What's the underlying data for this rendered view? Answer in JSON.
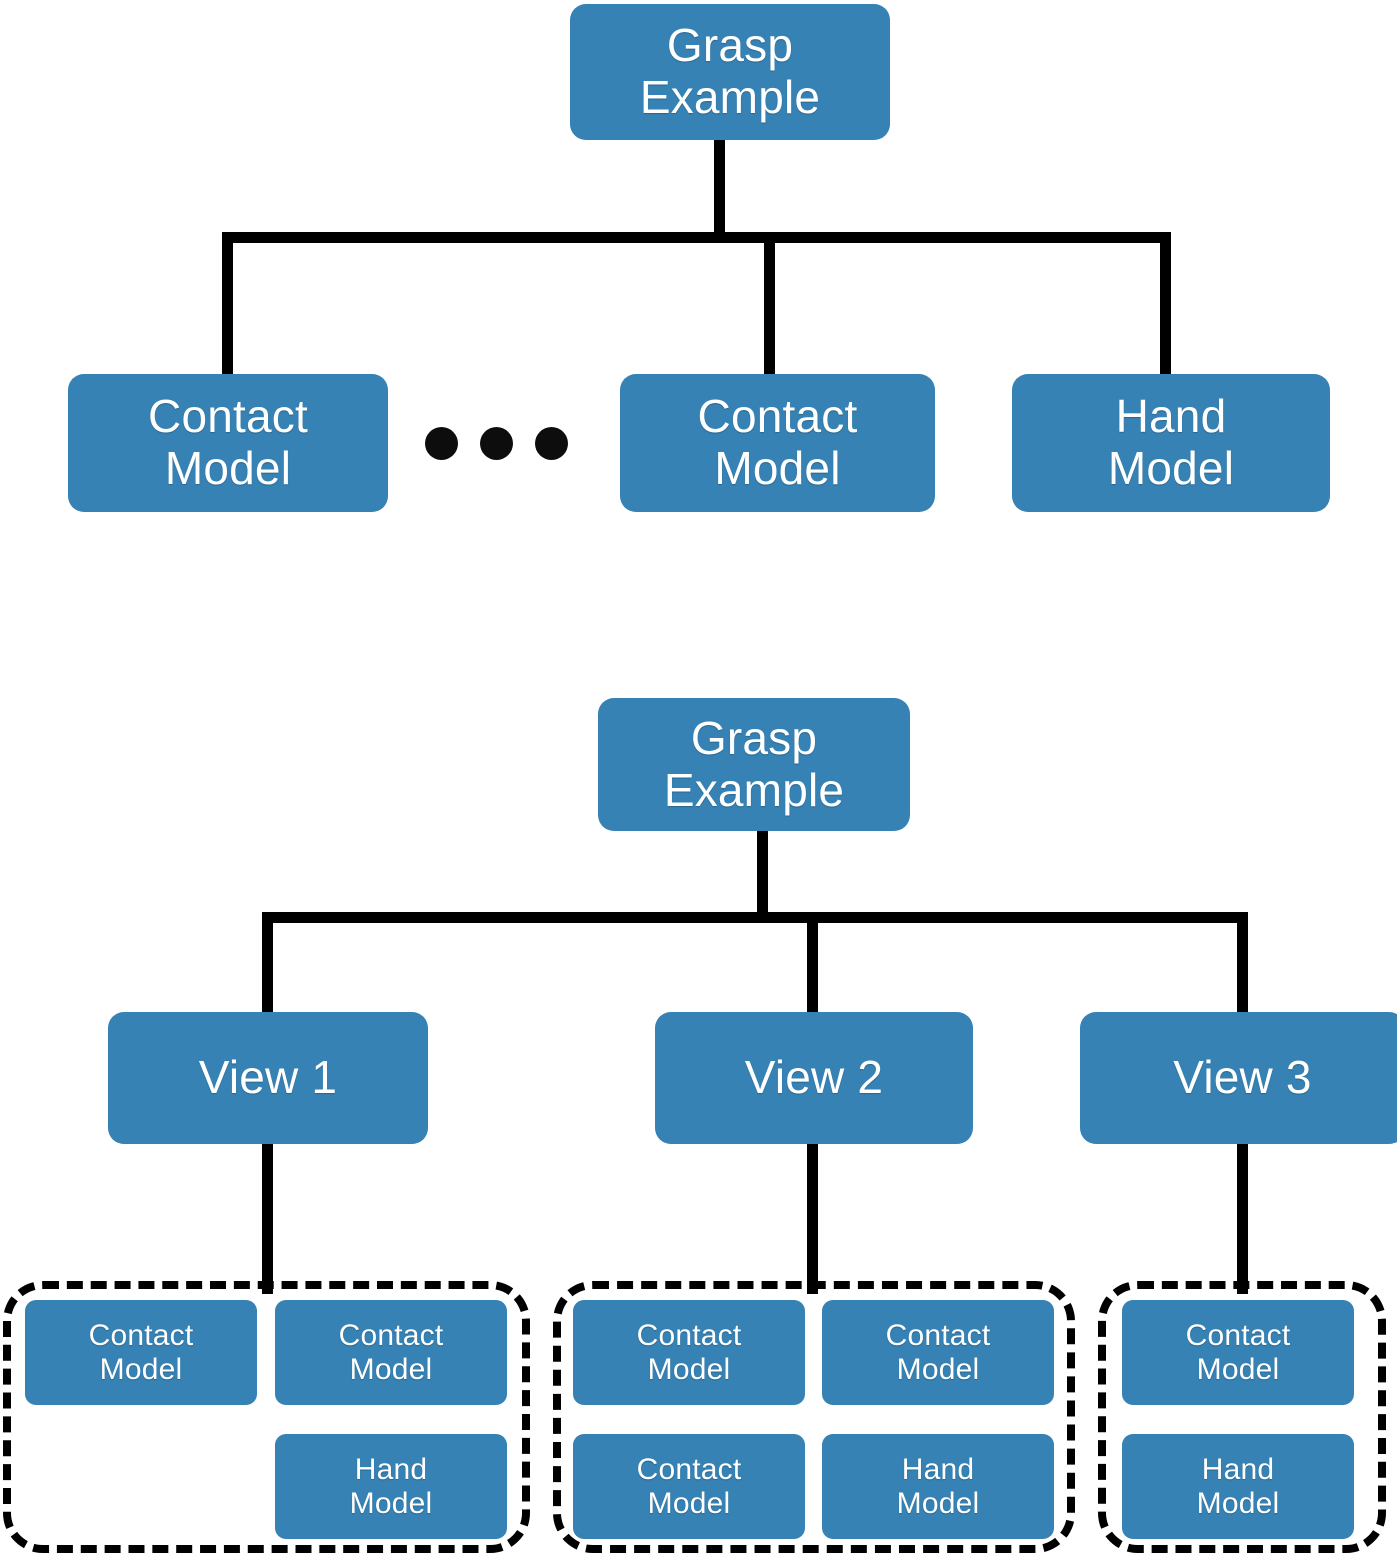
{
  "diagram": {
    "title": "Grasp Example decomposition diagram",
    "accent_color": "#3682b4",
    "line_color": "#000000",
    "text_color": "#ffffff",
    "background_color": "#ffffff"
  },
  "top_tree": {
    "root": {
      "label": "Grasp\nExample"
    },
    "children": [
      {
        "label": "Contact\nModel"
      },
      {
        "label": "Contact\nModel"
      },
      {
        "label": "Hand\nModel"
      }
    ],
    "ellipsis": {
      "label": "• • •",
      "dot_count": 3
    }
  },
  "bottom_tree": {
    "root": {
      "label": "Grasp\nExample"
    },
    "views": [
      {
        "label": "View 1"
      },
      {
        "label": "View 2"
      },
      {
        "label": "View 3"
      }
    ],
    "groups": [
      {
        "view": "View 1",
        "items": [
          {
            "label": "Contact\nModel"
          },
          {
            "label": "Contact\nModel"
          },
          {
            "label": "Hand\nModel"
          }
        ]
      },
      {
        "view": "View 2",
        "items": [
          {
            "label": "Contact\nModel"
          },
          {
            "label": "Contact\nModel"
          },
          {
            "label": "Contact\nModel"
          },
          {
            "label": "Hand\nModel"
          }
        ]
      },
      {
        "view": "View 3",
        "items": [
          {
            "label": "Contact\nModel"
          },
          {
            "label": "Hand\nModel"
          }
        ]
      }
    ]
  }
}
